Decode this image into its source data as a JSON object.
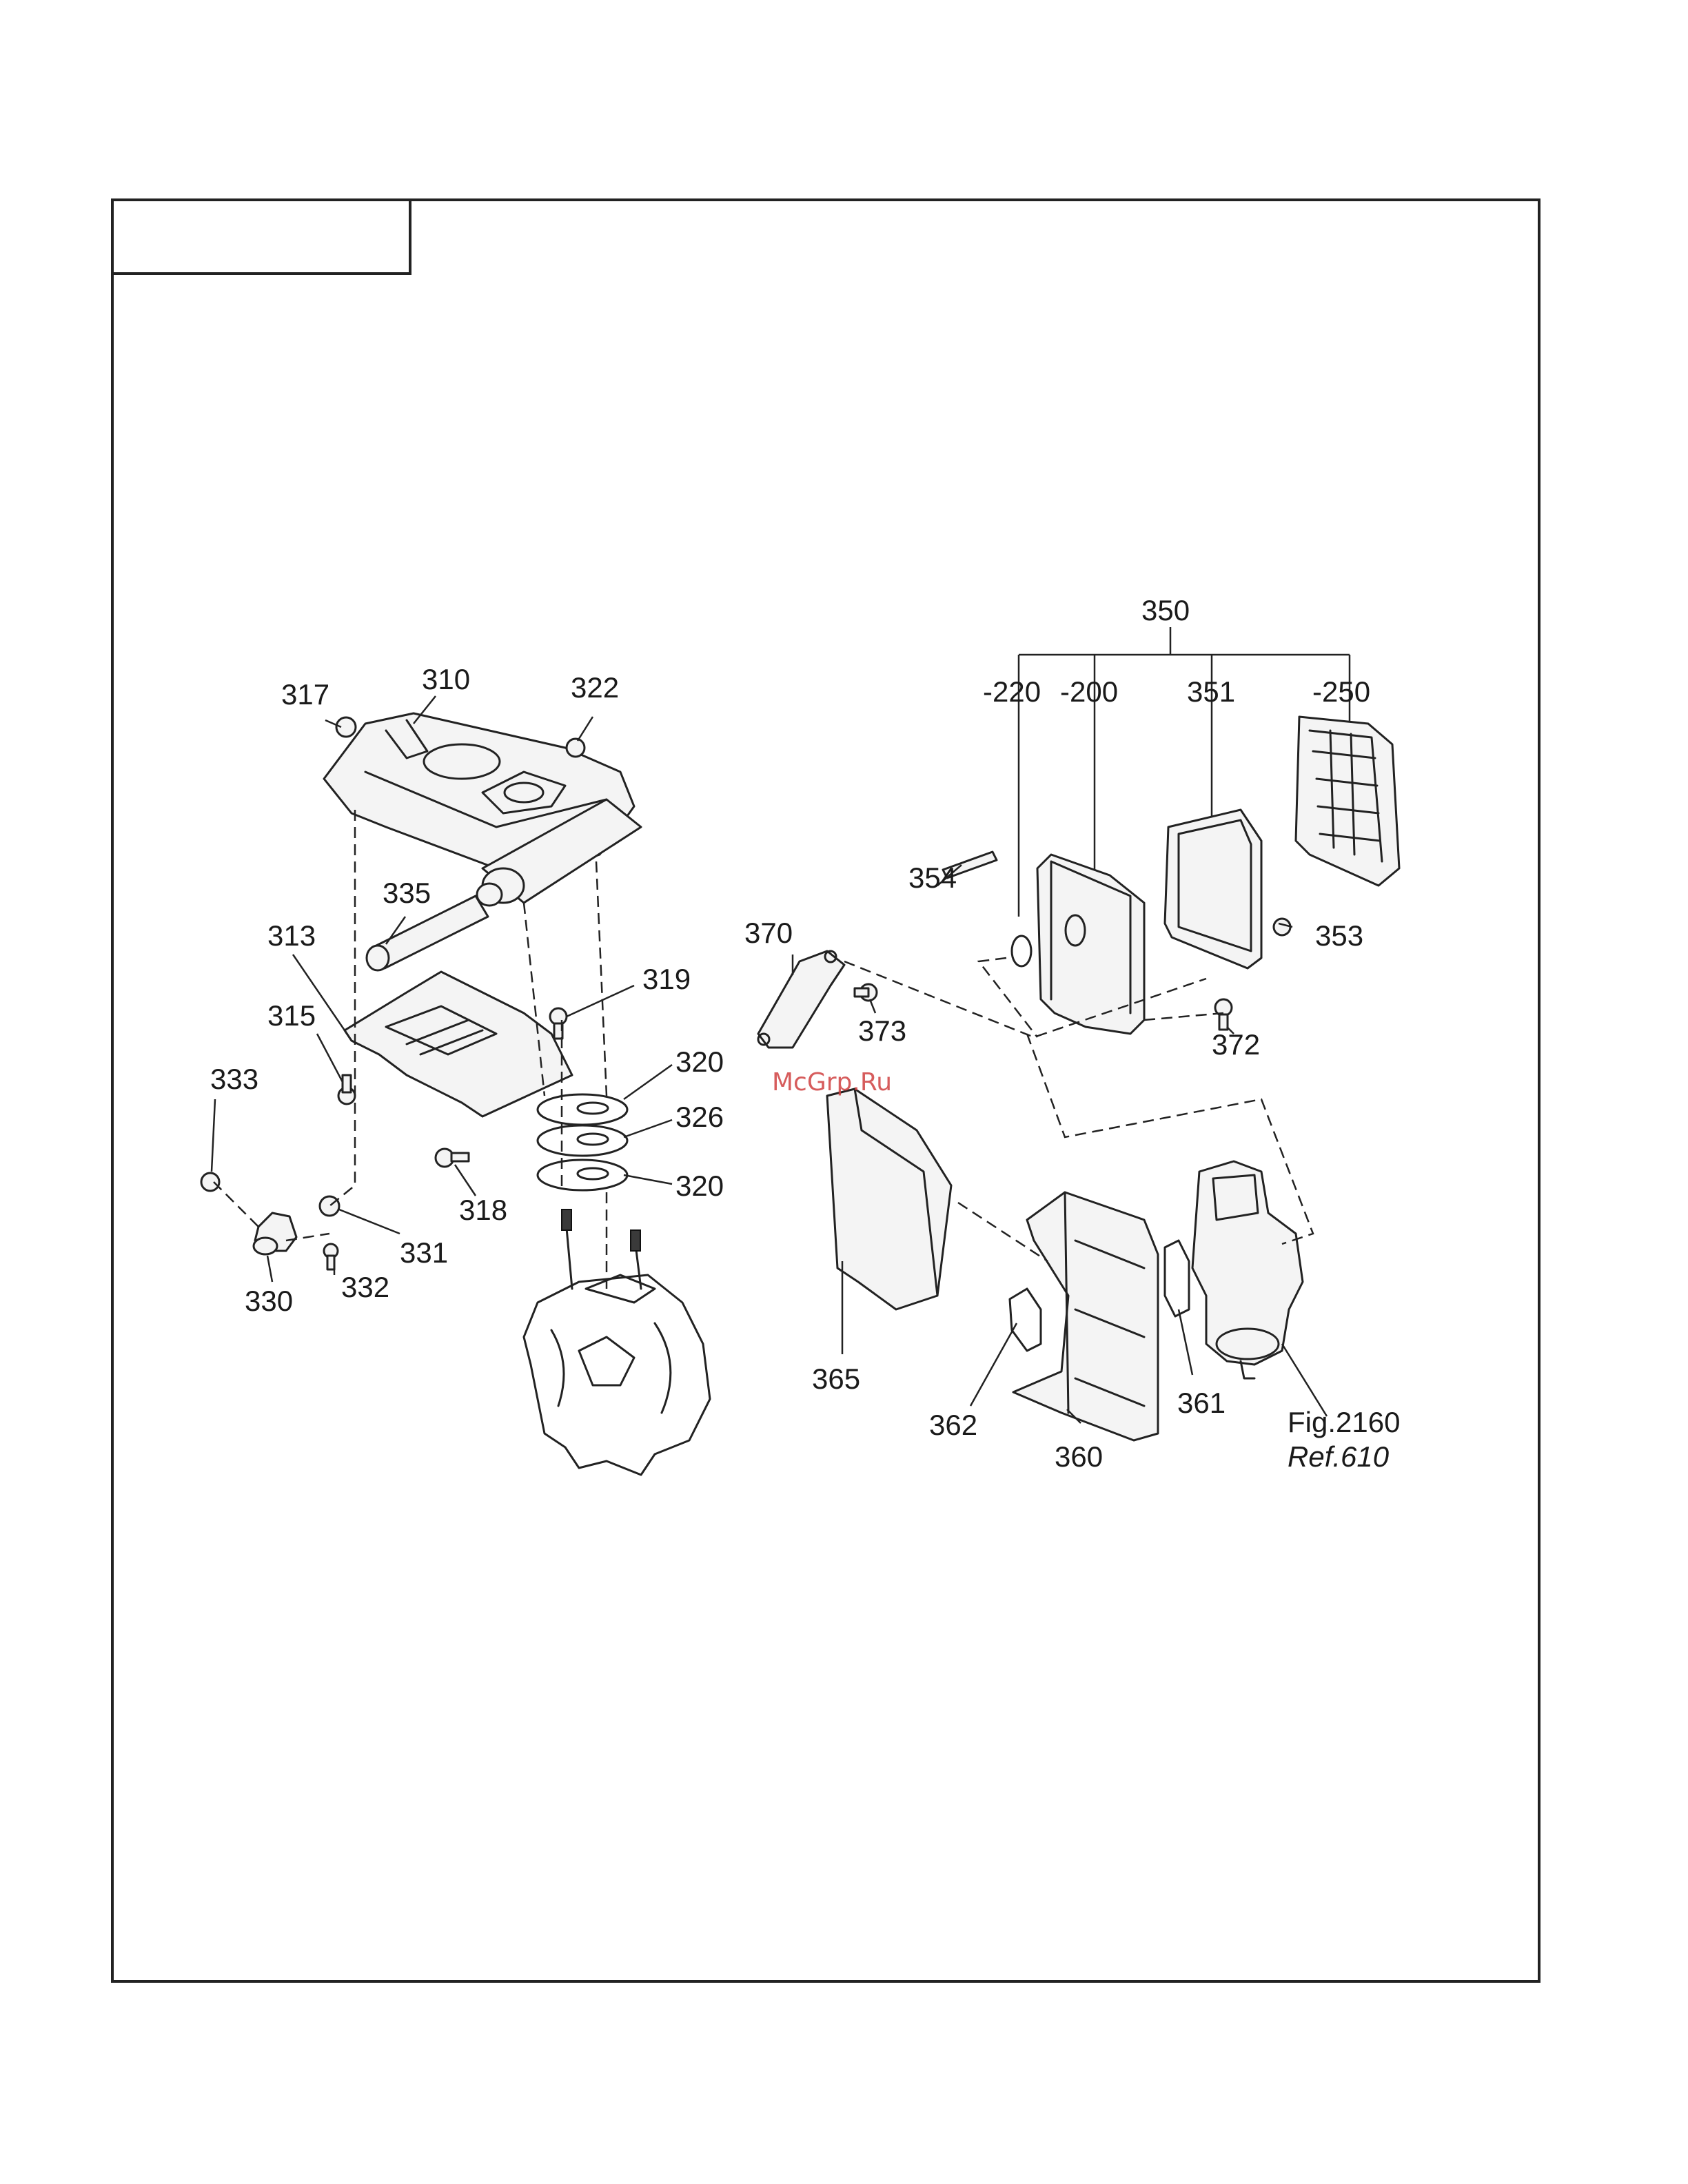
{
  "labels": {
    "p350": "350",
    "p220": "-220",
    "p200": "-200",
    "p351": "351",
    "p250": "-250",
    "p354": "354",
    "p353": "353",
    "p372": "372",
    "p370": "370",
    "p373": "373",
    "p365": "365",
    "p362": "362",
    "p360": "360",
    "p361": "361",
    "fig": "Fig.2160",
    "ref": "Ref.610",
    "p317": "317",
    "p310": "310",
    "p322": "322",
    "p335": "335",
    "p313": "313",
    "p315": "315",
    "p319": "319",
    "p320a": "320",
    "p326": "326",
    "p320b": "320",
    "p333": "333",
    "p318": "318",
    "p331": "331",
    "p332": "332",
    "p330": "330"
  },
  "watermark": "McGrp.Ru"
}
